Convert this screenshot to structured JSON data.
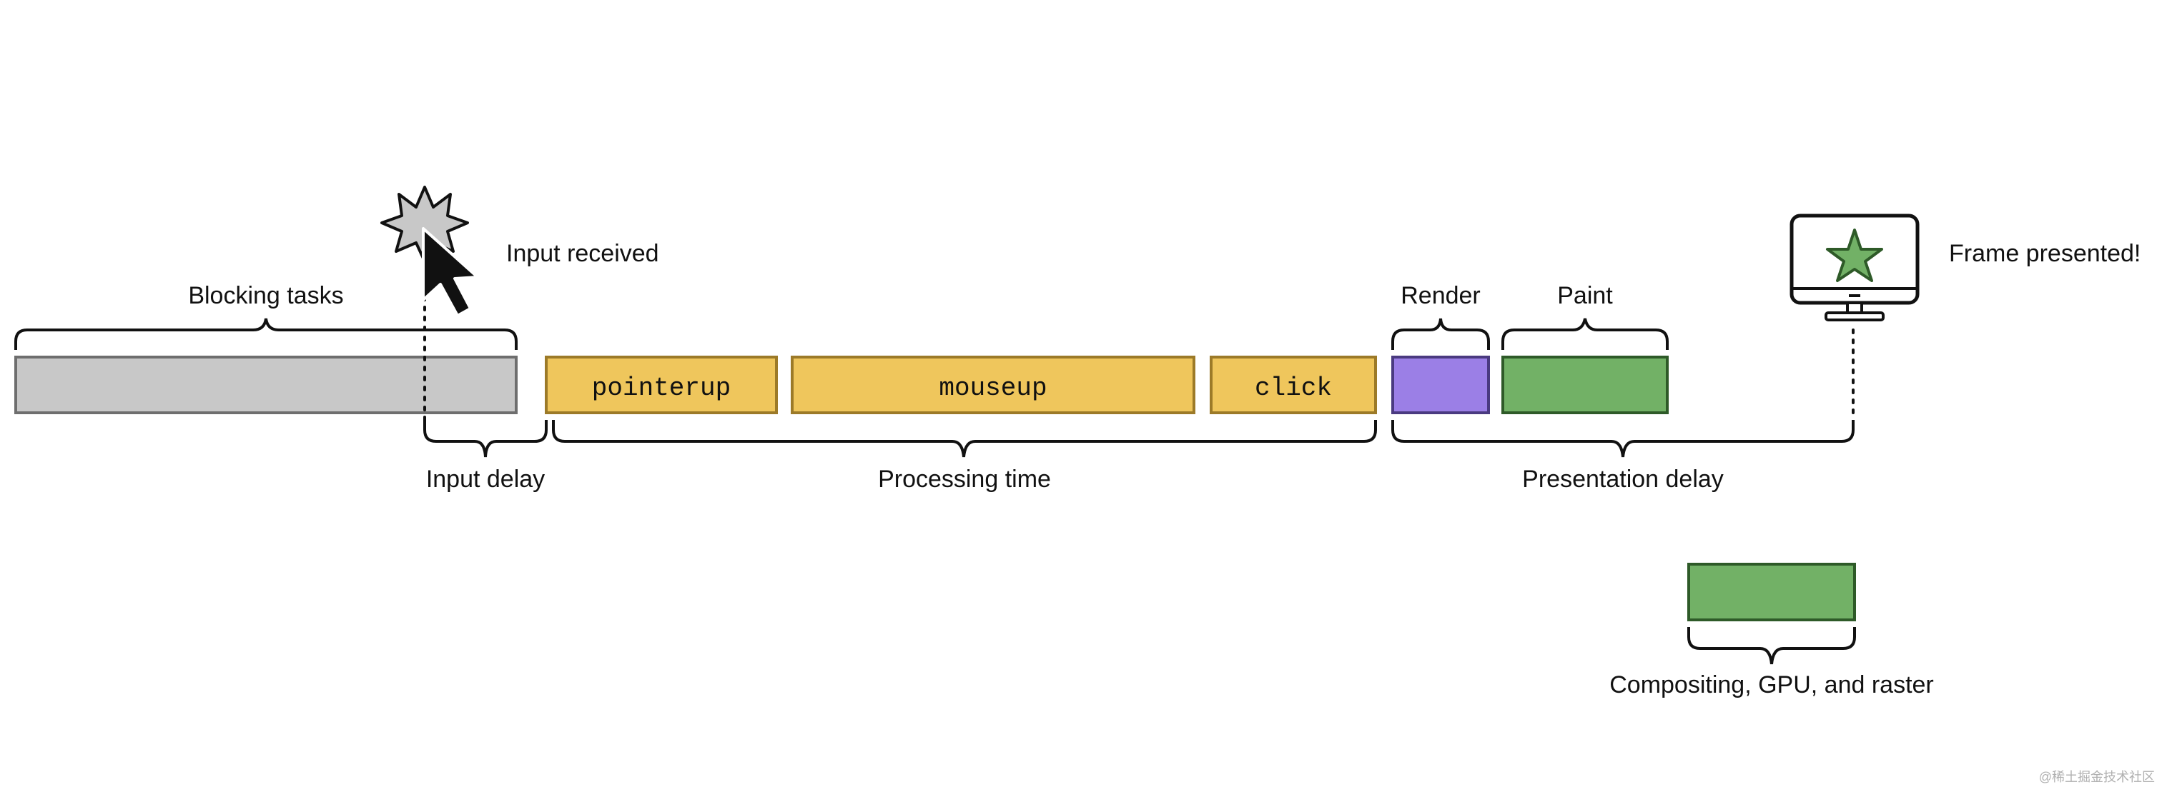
{
  "labels": {
    "blocking_tasks": "Blocking tasks",
    "input_received": "Input received",
    "input_delay": "Input delay",
    "processing_time": "Processing time",
    "presentation_delay": "Presentation delay",
    "render": "Render",
    "paint": "Paint",
    "frame_presented": "Frame presented!",
    "compositing": "Compositing, GPU, and raster"
  },
  "tasks": {
    "pointerup": "pointerup",
    "mouseup": "mouseup",
    "click": "click"
  },
  "watermark": "@稀土掘金技术社区",
  "icons": [
    "burst-icon",
    "cursor-icon",
    "monitor-icon",
    "star-icon"
  ],
  "colors": {
    "blocking": "#c8c8c8",
    "event": "#efc65c",
    "render": "#9b7fe6",
    "paint": "#72b166",
    "stroke": "#111111"
  }
}
